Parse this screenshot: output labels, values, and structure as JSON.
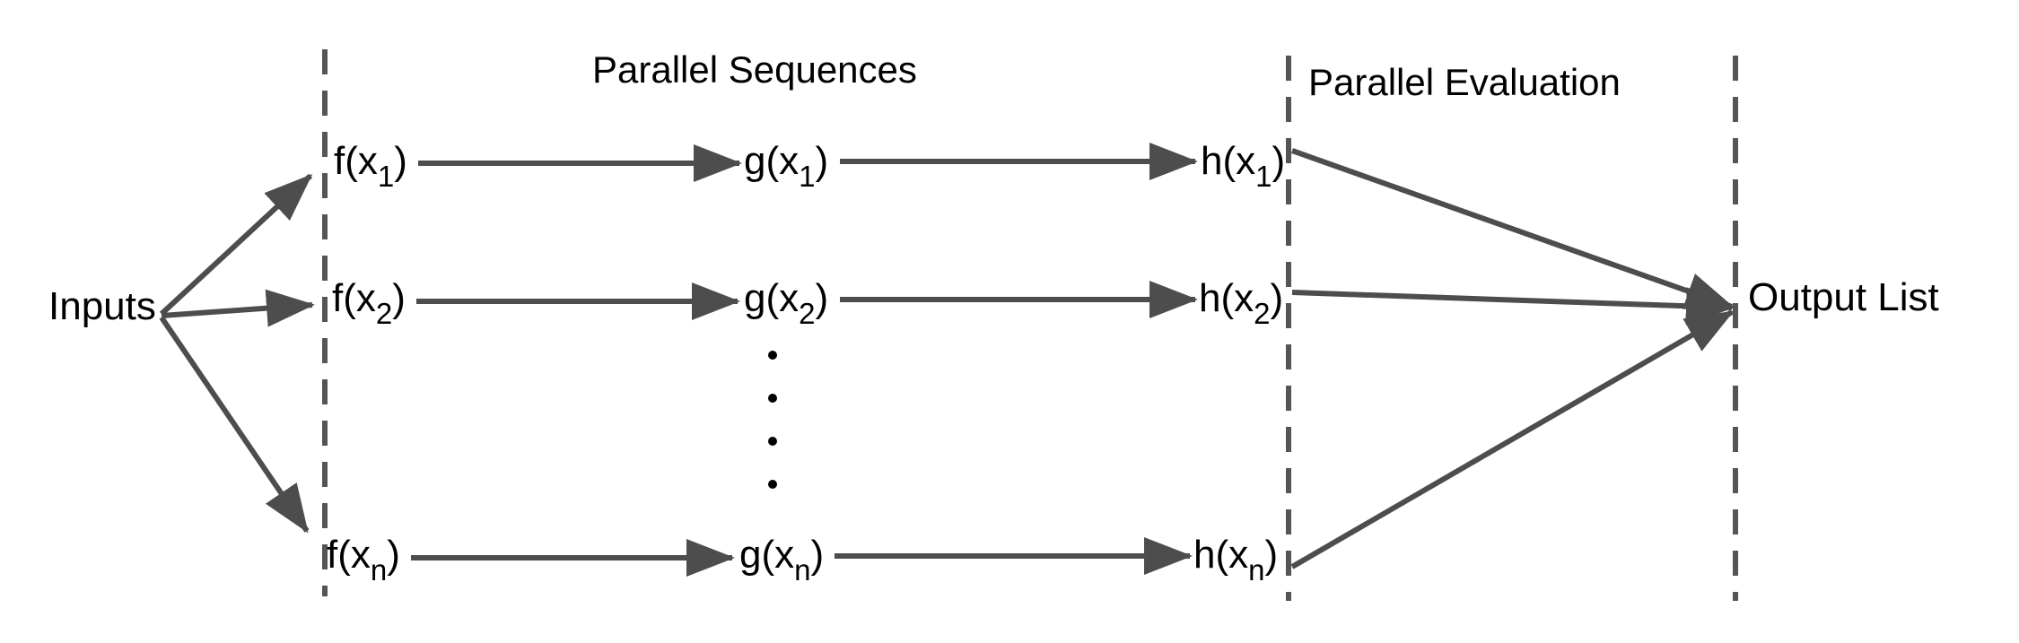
{
  "headers": {
    "sequences": "Parallel Sequences",
    "evaluation": "Parallel Evaluation"
  },
  "inputs_label": "Inputs",
  "output_label": "Output List",
  "rows": [
    {
      "f": {
        "prefix": "f(x",
        "sub": "1",
        "suffix": ")"
      },
      "g": {
        "prefix": "g(x",
        "sub": "1",
        "suffix": ")"
      },
      "h": {
        "prefix": "h(x",
        "sub": "1",
        "suffix": ")"
      }
    },
    {
      "f": {
        "prefix": "f(x",
        "sub": "2",
        "suffix": ")"
      },
      "g": {
        "prefix": "g(x",
        "sub": "2",
        "suffix": ")"
      },
      "h": {
        "prefix": "h(x",
        "sub": "2",
        "suffix": ")"
      }
    },
    {
      "f": {
        "prefix": "f(x",
        "sub": "n",
        "suffix": ")"
      },
      "g": {
        "prefix": "g(x",
        "sub": "n",
        "suffix": ")"
      },
      "h": {
        "prefix": "h(x",
        "sub": "n",
        "suffix": ")"
      }
    }
  ],
  "colors": {
    "edge": "#4d4d4d",
    "divider": "#555555",
    "text": "#000000"
  }
}
